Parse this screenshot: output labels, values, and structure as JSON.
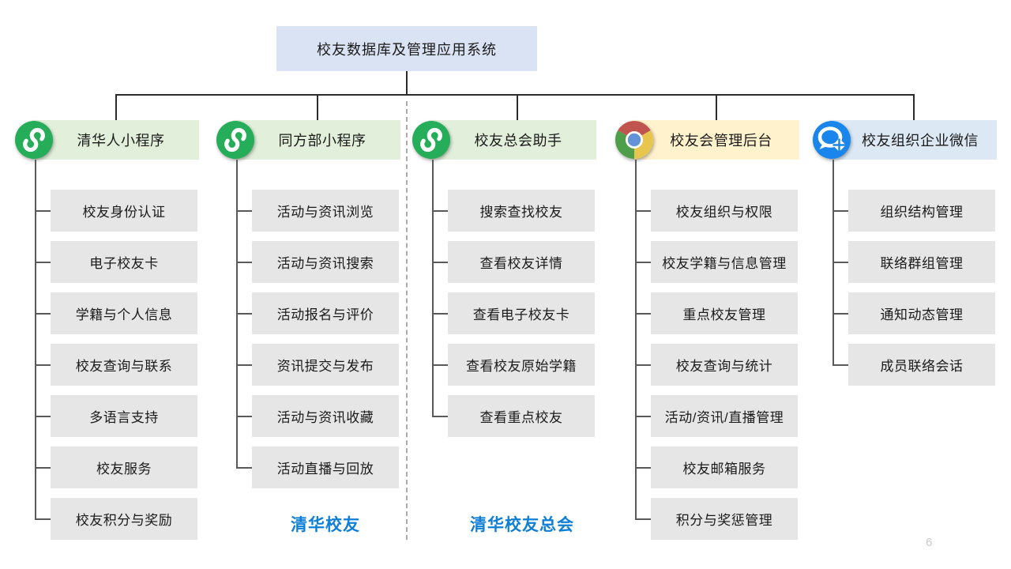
{
  "root": {
    "title": "校友数据库及管理应用系统"
  },
  "columns": [
    {
      "title": "清华人小程序",
      "icon": "wechat-miniprogram",
      "theme": "green",
      "items": [
        "校友身份认证",
        "电子校友卡",
        "学籍与个人信息",
        "校友查询与联系",
        "多语言支持",
        "校友服务",
        "校友积分与奖励"
      ]
    },
    {
      "title": "同方部小程序",
      "icon": "wechat-miniprogram",
      "theme": "green",
      "items": [
        "活动与资讯浏览",
        "活动与资讯搜索",
        "活动报名与评价",
        "资讯提交与发布",
        "活动与资讯收藏",
        "活动直播与回放"
      ],
      "footer": "清华校友"
    },
    {
      "title": "校友总会助手",
      "icon": "wechat-miniprogram",
      "theme": "green",
      "items": [
        "搜索查找校友",
        "查看校友详情",
        "查看电子校友卡",
        "查看校友原始学籍",
        "查看重点校友"
      ],
      "footer": "清华校友总会"
    },
    {
      "title": "校友会管理后台",
      "icon": "chrome",
      "theme": "yellow",
      "items": [
        "校友组织与权限",
        "校友学籍与信息管理",
        "重点校友管理",
        "校友查询与统计",
        "活动/资讯/直播管理",
        "校友邮箱服务",
        "积分与奖惩管理"
      ]
    },
    {
      "title": "校友组织企业微信",
      "icon": "wechat-work",
      "theme": "blue",
      "items": [
        "组织结构管理",
        "联络群组管理",
        "通知动态管理",
        "成员联络会话"
      ]
    }
  ],
  "page_number": "6",
  "colors": {
    "root_box": "#dae3f3",
    "header_green": "#e2efda",
    "header_yellow": "#fff2cc",
    "header_blue": "#dce9f5",
    "item_gray": "#e6e6e6",
    "footer_blue": "#0f7fd6",
    "miniprogram_green": "#26ad5a",
    "wework_blue": "#1a85ea",
    "chrome_red": "#c0544f",
    "chrome_yellow": "#e8c64e",
    "chrome_green": "#4f9e49",
    "chrome_blue": "#6292d8"
  }
}
